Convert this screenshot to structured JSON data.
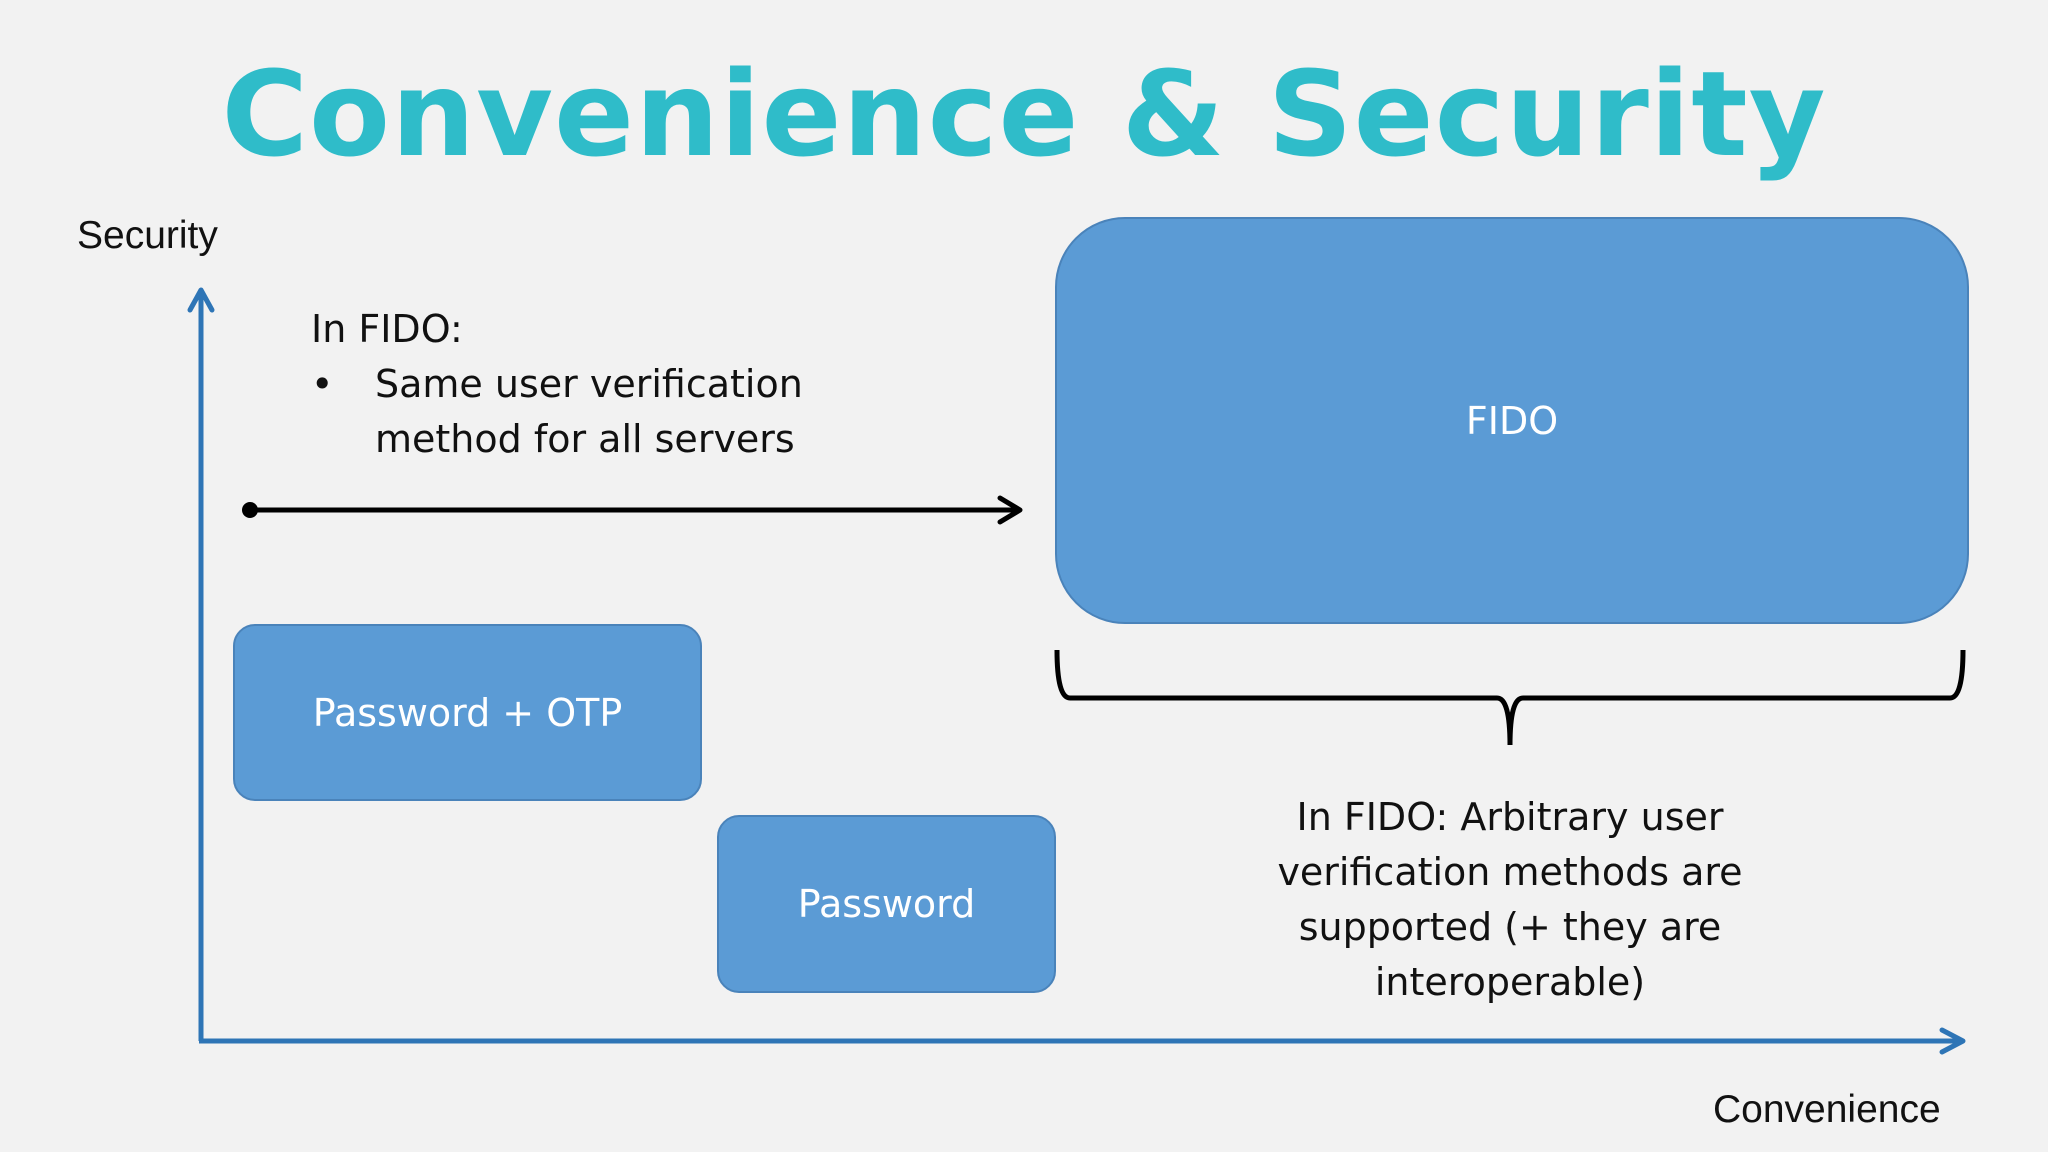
{
  "title": "Convenience & Security",
  "axes": {
    "y_label": "Security",
    "x_label": "Convenience"
  },
  "boxes": {
    "fido": "FIDO",
    "password_otp": "Password + OTP",
    "password": "Password"
  },
  "note_same": {
    "heading": "In FIDO:",
    "bullet": "•",
    "line1": "Same user verification",
    "line2": "method for all servers"
  },
  "note_arbitrary": {
    "line1": "In FIDO:  Arbitrary user",
    "line2": "verification methods are",
    "line3": "supported (+ they are",
    "line4": "interoperable)"
  },
  "colors": {
    "title": "#2fbcc9",
    "box_fill": "#5b9bd5",
    "axis": "#2e75b6",
    "line": "#000000"
  }
}
